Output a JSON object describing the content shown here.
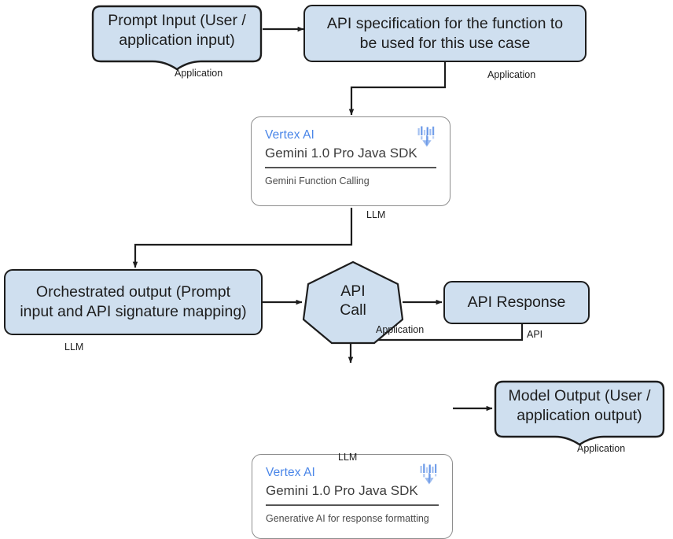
{
  "diagram": {
    "title": "Gemini Function Calling architecture flow",
    "colors": {
      "node_fill": "#cfdfef",
      "node_stroke": "#1d1d1d",
      "card_stroke": "#8d8d8d",
      "brand_blue": "#4a86e8",
      "edge": "#1d1d1d",
      "background": "#ffffff"
    },
    "nodes": {
      "prompt_input": {
        "label": "Prompt Input (User /\napplication input)",
        "line1": "Prompt Input (User /",
        "line2": "application input)",
        "shape": "document",
        "caption": "Application"
      },
      "api_spec": {
        "line1": "API specification for the function to",
        "line2": "be used for this use case",
        "shape": "rounded-rect",
        "caption": "Application"
      },
      "vertex_top": {
        "brand": "Vertex AI",
        "model": "Gemini 1.0 Pro Java SDK",
        "subtitle": "Gemini Function Calling",
        "icon": "vertex-ai-icon",
        "shape": "card",
        "caption": "LLM"
      },
      "orchestrated_output": {
        "line1": "Orchestrated output (Prompt",
        "line2": "input and API signature mapping)",
        "shape": "rounded-rect",
        "caption": "LLM"
      },
      "api_call": {
        "line1": "API",
        "line2": "Call",
        "shape": "heptagon",
        "caption": "Application"
      },
      "api_response": {
        "label": "API Response",
        "shape": "rounded-rect",
        "caption": "API"
      },
      "vertex_bottom": {
        "brand": "Vertex AI",
        "model": "Gemini 1.0 Pro Java SDK",
        "subtitle": "Generative AI for response formatting",
        "icon": "vertex-ai-icon",
        "shape": "card",
        "caption": "LLM"
      },
      "model_output": {
        "line1": "Model Output (User /",
        "line2": "application output)",
        "shape": "document",
        "caption": "Application"
      }
    },
    "edges": [
      {
        "from": "prompt_input",
        "to": "api_spec",
        "style": "straight-right-arrow"
      },
      {
        "from": "api_spec",
        "to": "vertex_top",
        "style": "down-left-down-arrow"
      },
      {
        "from": "vertex_top",
        "to": "orchestrated_output",
        "style": "down-left-down-arrow"
      },
      {
        "from": "orchestrated_output",
        "to": "api_call",
        "style": "straight-right-arrow"
      },
      {
        "from": "api_call",
        "to": "api_response",
        "style": "straight-right-arrow"
      },
      {
        "from": "api_response",
        "to": "vertex_bottom",
        "style": "down-left-down-arrow"
      },
      {
        "from": "vertex_bottom",
        "to": "model_output",
        "style": "straight-right-arrow"
      }
    ]
  }
}
